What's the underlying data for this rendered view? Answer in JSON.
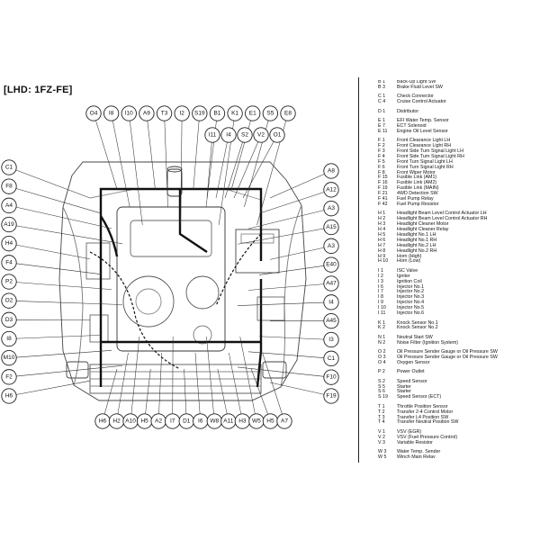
{
  "title": "[LHD: 1FZ-FE]",
  "connectors": {
    "top": [
      "O4",
      "I8",
      "I10",
      "A9",
      "T3",
      "I2",
      "S19",
      "B1",
      "K1",
      "E1",
      "S5",
      "E8"
    ],
    "bottom": [
      "H6",
      "H2",
      "A10",
      "H5",
      "A2",
      "I7",
      "D1",
      "I6",
      "W8",
      "A11",
      "H3",
      "W5",
      "H5",
      "A7"
    ],
    "left": [
      "C1",
      "F8",
      "A4",
      "A19",
      "H4",
      "F4",
      "P2",
      "O2",
      "D3",
      "I8",
      "M10",
      "F2",
      "H6"
    ],
    "right": [
      "A8",
      "A12",
      "A3",
      "A15",
      "A3",
      "E40",
      "A47",
      "I4",
      "A45",
      "I3",
      "C1",
      "F10",
      "F19"
    ],
    "inner": [
      "I11",
      "I4",
      "S2",
      "V2",
      "O1"
    ]
  },
  "legend": [
    {
      "rows": [
        {
          "code": "B  1",
          "desc": "Back-Up Light SW"
        },
        {
          "code": "B  3",
          "desc": "Brake Fluid Level SW"
        }
      ]
    },
    {
      "rows": [
        {
          "code": "C  1",
          "desc": "Check Connector"
        },
        {
          "code": "C  4",
          "desc": "Cruise Control Actuator"
        }
      ]
    },
    {
      "rows": [
        {
          "code": "D  1",
          "desc": "Distributor"
        }
      ]
    },
    {
      "rows": [
        {
          "code": "E  1",
          "desc": "EFI Water Temp. Sensor"
        },
        {
          "code": "E  7",
          "desc": "ECT Solenoid"
        },
        {
          "code": "E 11",
          "desc": "Engine Oil Level Sensor"
        }
      ]
    },
    {
      "rows": [
        {
          "code": "F  1",
          "desc": "Front Clearance Light LH"
        },
        {
          "code": "F  2",
          "desc": "Front Clearance Light RH"
        },
        {
          "code": "F  3",
          "desc": "Front Side Turn Signal Light LH"
        },
        {
          "code": "F  4",
          "desc": "Front Side Turn Signal Light RH"
        },
        {
          "code": "F  5",
          "desc": "Front Turn Signal Light LH"
        },
        {
          "code": "F  6",
          "desc": "Front Turn Signal Light RH"
        },
        {
          "code": "F  8",
          "desc": "Front Wiper Motor"
        },
        {
          "code": "F 15",
          "desc": "Fusible Link (AM1)"
        },
        {
          "code": "F 16",
          "desc": "Fusible Link (AM2)"
        },
        {
          "code": "F 19",
          "desc": "Fusible Link (MAIN)"
        },
        {
          "code": "F 21",
          "desc": "4WD Detection SW"
        },
        {
          "code": "F 41",
          "desc": "Fuel Pump Relay"
        },
        {
          "code": "F 42",
          "desc": "Fuel Pump Resistor"
        }
      ]
    },
    {
      "rows": [
        {
          "code": "H  1",
          "desc": "Headlight Beam Level Control Actuator LH"
        },
        {
          "code": "H  2",
          "desc": "Headlight Beam Level Control Actuator RH"
        },
        {
          "code": "H  3",
          "desc": "Headlight Cleaner Motor"
        },
        {
          "code": "H  4",
          "desc": "Headlight Cleaner Relay"
        },
        {
          "code": "H  5",
          "desc": "Headlight No.1 LH"
        },
        {
          "code": "H  6",
          "desc": "Headlight No.1 RH"
        },
        {
          "code": "H  7",
          "desc": "Headlight No.2 LH"
        },
        {
          "code": "H  8",
          "desc": "Headlight No.2 RH"
        },
        {
          "code": "H  9",
          "desc": "Horn (High)"
        },
        {
          "code": "H 10",
          "desc": "Horn (Low)"
        }
      ]
    },
    {
      "rows": [
        {
          "code": "I  1",
          "desc": "ISC Valve"
        },
        {
          "code": "I  2",
          "desc": "Igniter"
        },
        {
          "code": "I  3",
          "desc": "Ignition Coil"
        },
        {
          "code": "I  6",
          "desc": "Injector No.1"
        },
        {
          "code": "I  7",
          "desc": "Injector No.2"
        },
        {
          "code": "I  8",
          "desc": "Injector No.3"
        },
        {
          "code": "I  9",
          "desc": "Injector No.4"
        },
        {
          "code": "I 10",
          "desc": "Injector No.5"
        },
        {
          "code": "I 11",
          "desc": "Injector No.6"
        }
      ]
    },
    {
      "rows": [
        {
          "code": "K  1",
          "desc": "Knock Sensor No.1"
        },
        {
          "code": "K  2",
          "desc": "Knock Sensor No.2"
        }
      ]
    },
    {
      "rows": [
        {
          "code": "N  1",
          "desc": "Neutral Start SW"
        },
        {
          "code": "N  2",
          "desc": "Noise Filter (Ignition System)"
        }
      ]
    },
    {
      "rows": [
        {
          "code": "O  2",
          "desc": "Oil Pressure Sender Gauge or Oil Pressure SW"
        },
        {
          "code": "O  3",
          "desc": "Oil Pressure Sender Gauge or Oil Pressure SW"
        },
        {
          "code": "O  4",
          "desc": "Oxygen Sensor"
        }
      ]
    },
    {
      "rows": [
        {
          "code": "P  2",
          "desc": "Power Outlet"
        }
      ]
    },
    {
      "rows": [
        {
          "code": "S  2",
          "desc": "Speed Sensor"
        },
        {
          "code": "S  5",
          "desc": "Starter"
        },
        {
          "code": "S  6",
          "desc": "Starter"
        },
        {
          "code": "S 19",
          "desc": "Speed Sensor (ECT)"
        }
      ]
    },
    {
      "rows": [
        {
          "code": "T  1",
          "desc": "Throttle Position Sensor"
        },
        {
          "code": "T  2",
          "desc": "Transfer 2-4 Control Motor"
        },
        {
          "code": "T  3",
          "desc": "Transfer L4 Position SW"
        },
        {
          "code": "T  4",
          "desc": "Transfer Neutral Position SW"
        }
      ]
    },
    {
      "rows": [
        {
          "code": "V  1",
          "desc": "VSV (EGR)"
        },
        {
          "code": "V  2",
          "desc": "VSV (Fuel Pressure Control)"
        },
        {
          "code": "V  3",
          "desc": "Variable Resistor"
        }
      ]
    },
    {
      "rows": [
        {
          "code": "W  3",
          "desc": "Water Temp. Sender"
        },
        {
          "code": "W  5",
          "desc": "Winch Main Relay"
        }
      ]
    }
  ]
}
